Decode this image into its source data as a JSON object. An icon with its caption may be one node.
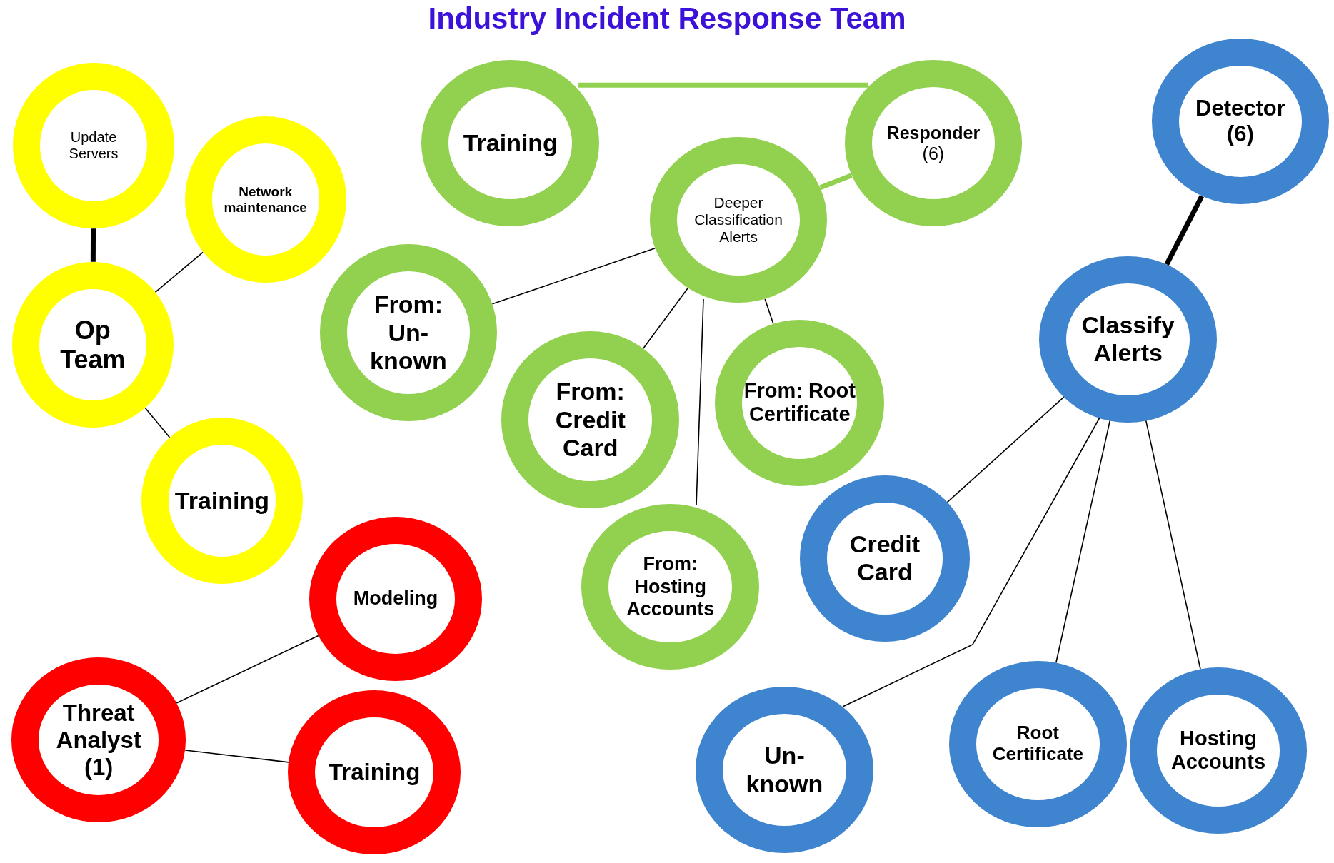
{
  "diagram": {
    "title": "Industry Incident Response Team",
    "nodes": [
      {
        "text": [
          "Update Servers"
        ]
      },
      {
        "text": [
          "Network maintenance"
        ]
      },
      {
        "text": [
          "Op Team"
        ]
      },
      {
        "text": [
          "Training"
        ]
      },
      {
        "text": [
          "Training"
        ]
      },
      {
        "text": [
          "**Responder** (6)"
        ]
      },
      {
        "text": [
          "Deeper Classification Alerts"
        ]
      },
      {
        "text": [
          "From: Un-known"
        ]
      },
      {
        "text": [
          "From: Credit Card"
        ]
      },
      {
        "text": [
          "From: Root Certificate"
        ]
      },
      {
        "text": [
          "From: Hosting Accounts"
        ]
      },
      {
        "text": [
          "Detector (6)"
        ]
      },
      {
        "text": [
          "Classify Alerts"
        ]
      },
      {
        "text": [
          "Credit Card"
        ]
      },
      {
        "text": [
          "Root Certificate"
        ]
      },
      {
        "text": [
          "Un-known"
        ]
      },
      {
        "text": [
          "Hosting Accounts"
        ]
      },
      {
        "text": [
          "Modeling"
        ]
      },
      {
        "text": [
          "Threat Analyst (1)"
        ]
      },
      {
        "text": [
          "Training"
        ]
      }
    ],
    "edges": [
      {
        "from": 0,
        "to": 2,
        "arrow": "none",
        "style": "thick"
      },
      {
        "from": 1,
        "to": 2,
        "arrow": "none"
      },
      {
        "from": 2,
        "to": 3,
        "arrow": "none"
      },
      {
        "from": 4,
        "to": 5,
        "arrow": "none",
        "style": "thick",
        "color": "#92d050"
      },
      {
        "from": 5,
        "to": 6,
        "arrow": "none",
        "style": "thick",
        "color": "#92d050"
      },
      {
        "from": 6,
        "to": 7,
        "arrow": "none"
      },
      {
        "from": 6,
        "to": 8,
        "arrow": "none"
      },
      {
        "from": 6,
        "to": 9,
        "arrow": "none"
      },
      {
        "from": 6,
        "to": 10,
        "arrow": "none"
      },
      {
        "from": 11,
        "to": 12,
        "arrow": "none",
        "style": "thick"
      },
      {
        "from": 12,
        "to": 13,
        "arrow": "none"
      },
      {
        "from": 12,
        "to": 14,
        "arrow": "none"
      },
      {
        "from": 12,
        "to": 15,
        "arrow": "none"
      },
      {
        "from": 12,
        "to": 16,
        "arrow": "none"
      },
      {
        "from": 18,
        "to": 17,
        "arrow": "none"
      },
      {
        "from": 18,
        "to": 19,
        "arrow": "none"
      }
    ]
  }
}
